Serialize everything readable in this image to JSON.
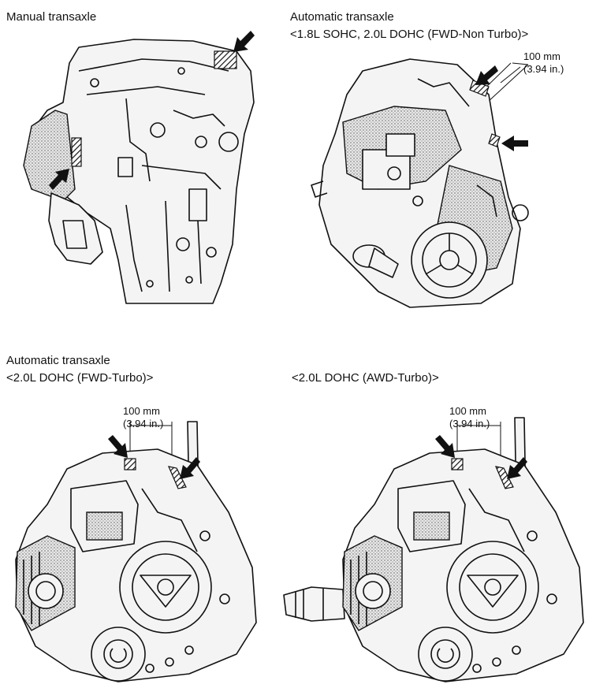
{
  "panels": {
    "manual": {
      "title": "Manual transaxle"
    },
    "at_fwd_non_turbo": {
      "title": "Automatic transaxle",
      "subtitle": "<1.8L SOHC, 2.0L DOHC (FWD-Non Turbo)>",
      "dimension_mm": "100 mm",
      "dimension_in": "(3.94 in.)"
    },
    "at_fwd_turbo": {
      "title": "Automatic transaxle",
      "subtitle": "<2.0L DOHC (FWD-Turbo)>",
      "dimension_mm": "100 mm",
      "dimension_in": "(3.94 in.)"
    },
    "at_awd_turbo": {
      "subtitle": "<2.0L DOHC (AWD-Turbo)>",
      "dimension_mm": "100 mm",
      "dimension_in": "(3.94 in.)"
    }
  },
  "colors": {
    "line": "#111111",
    "background": "#ffffff",
    "shade": "#bbbbbb"
  },
  "icons": [
    "pointer-arrow-icon"
  ]
}
